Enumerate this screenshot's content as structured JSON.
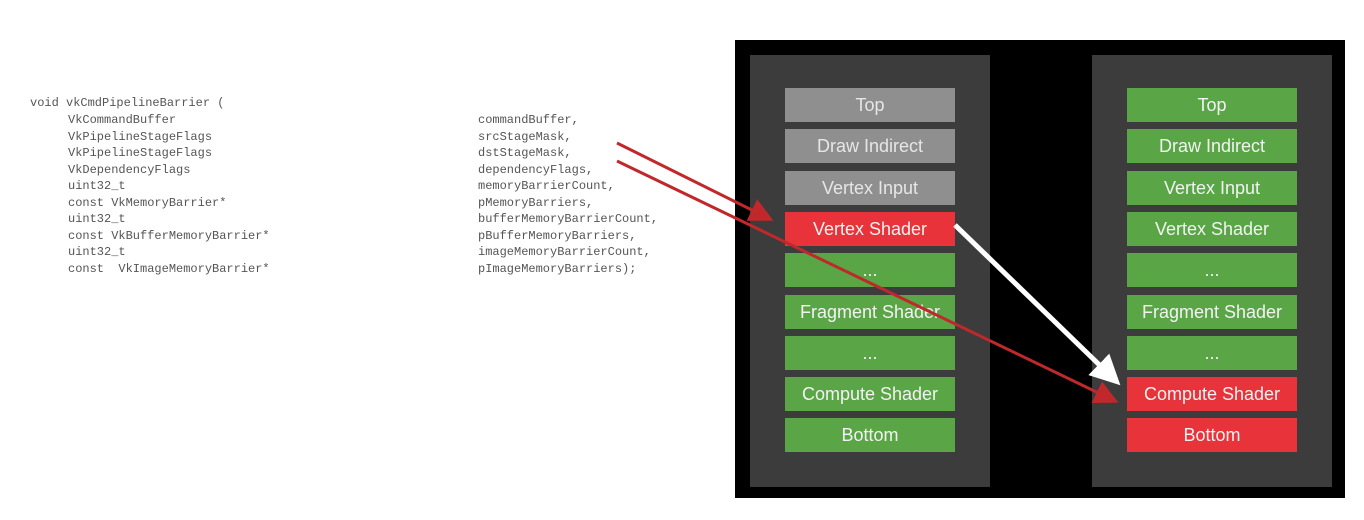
{
  "code": {
    "signature": "void vkCmdPipelineBarrier (",
    "params": [
      {
        "type": "VkCommandBuffer",
        "name": "commandBuffer,"
      },
      {
        "type": "VkPipelineStageFlags",
        "name": "srcStageMask,"
      },
      {
        "type": "VkPipelineStageFlags",
        "name": "dstStageMask,"
      },
      {
        "type": "VkDependencyFlags",
        "name": "dependencyFlags,"
      },
      {
        "type": "uint32_t",
        "name": "memoryBarrierCount,"
      },
      {
        "type": "const VkMemoryBarrier*",
        "name": "pMemoryBarriers,"
      },
      {
        "type": "uint32_t",
        "name": "bufferMemoryBarrierCount,"
      },
      {
        "type": "const VkBufferMemoryBarrier*",
        "name": "pBufferMemoryBarriers,"
      },
      {
        "type": "uint32_t",
        "name": "imageMemoryBarrierCount,"
      },
      {
        "type": "const  VkImageMemoryBarrier*",
        "name": "pImageMemoryBarriers);"
      }
    ]
  },
  "pipelines": {
    "source": {
      "stages": [
        {
          "label": "Top",
          "state": "gray"
        },
        {
          "label": "Draw Indirect",
          "state": "gray"
        },
        {
          "label": "Vertex Input",
          "state": "gray"
        },
        {
          "label": "Vertex Shader",
          "state": "red"
        },
        {
          "label": "...",
          "state": "green"
        },
        {
          "label": "Fragment Shader",
          "state": "green"
        },
        {
          "label": "...",
          "state": "green"
        },
        {
          "label": "Compute Shader",
          "state": "green"
        },
        {
          "label": "Bottom",
          "state": "green"
        }
      ]
    },
    "destination": {
      "stages": [
        {
          "label": "Top",
          "state": "green"
        },
        {
          "label": "Draw Indirect",
          "state": "green"
        },
        {
          "label": "Vertex Input",
          "state": "green"
        },
        {
          "label": "Vertex Shader",
          "state": "green"
        },
        {
          "label": "...",
          "state": "green"
        },
        {
          "label": "Fragment Shader",
          "state": "green"
        },
        {
          "label": "...",
          "state": "green"
        },
        {
          "label": "Compute Shader",
          "state": "red"
        },
        {
          "label": "Bottom",
          "state": "red"
        }
      ]
    }
  },
  "colors": {
    "stage_gray": "#8f8f8f",
    "stage_green": "#5aa646",
    "stage_red": "#e8333a",
    "arrow_red": "#c0282c",
    "arrow_white": "#ffffff",
    "frame": "#000000",
    "pipeline_bg": "#3c3c3c"
  }
}
